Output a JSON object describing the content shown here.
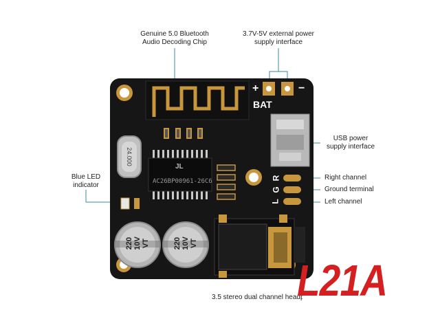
{
  "image": {
    "background": "#ffffff",
    "board_color": "#161616",
    "accent_gold": "#c8963c",
    "callout_line_color": "#3a8d9b"
  },
  "callouts": {
    "chip": {
      "line1": "Genuine 5.0 Bluetooth",
      "line2": "Audio Decoding Chip"
    },
    "power": {
      "line1": "3.7V-5V external power",
      "line2": "supply interface"
    },
    "usb": {
      "line1": "USB power",
      "line2": "supply interface"
    },
    "led": {
      "line1": "Blue LED",
      "line2": "indicator"
    },
    "right_channel": "Right channel",
    "ground": "Ground terminal",
    "left_channel": "Left channel",
    "jack": "3.5 stereo dual channel headp"
  },
  "board": {
    "bat_label": "BAT",
    "plus": "+",
    "minus": "−",
    "lgr": {
      "l": "L",
      "g": "G",
      "r": "R"
    },
    "chip_marking": "AC26BP00961-26C6",
    "chip_logo": "JL",
    "crystal_marking": "24.000",
    "capacitor_1": {
      "line1": "220",
      "line2": "10V",
      "line3": "VT"
    },
    "capacitor_2": {
      "line1": "220",
      "line2": "10V",
      "line3": "VT"
    }
  },
  "model": {
    "name": "L21A",
    "color": "#d42020"
  }
}
